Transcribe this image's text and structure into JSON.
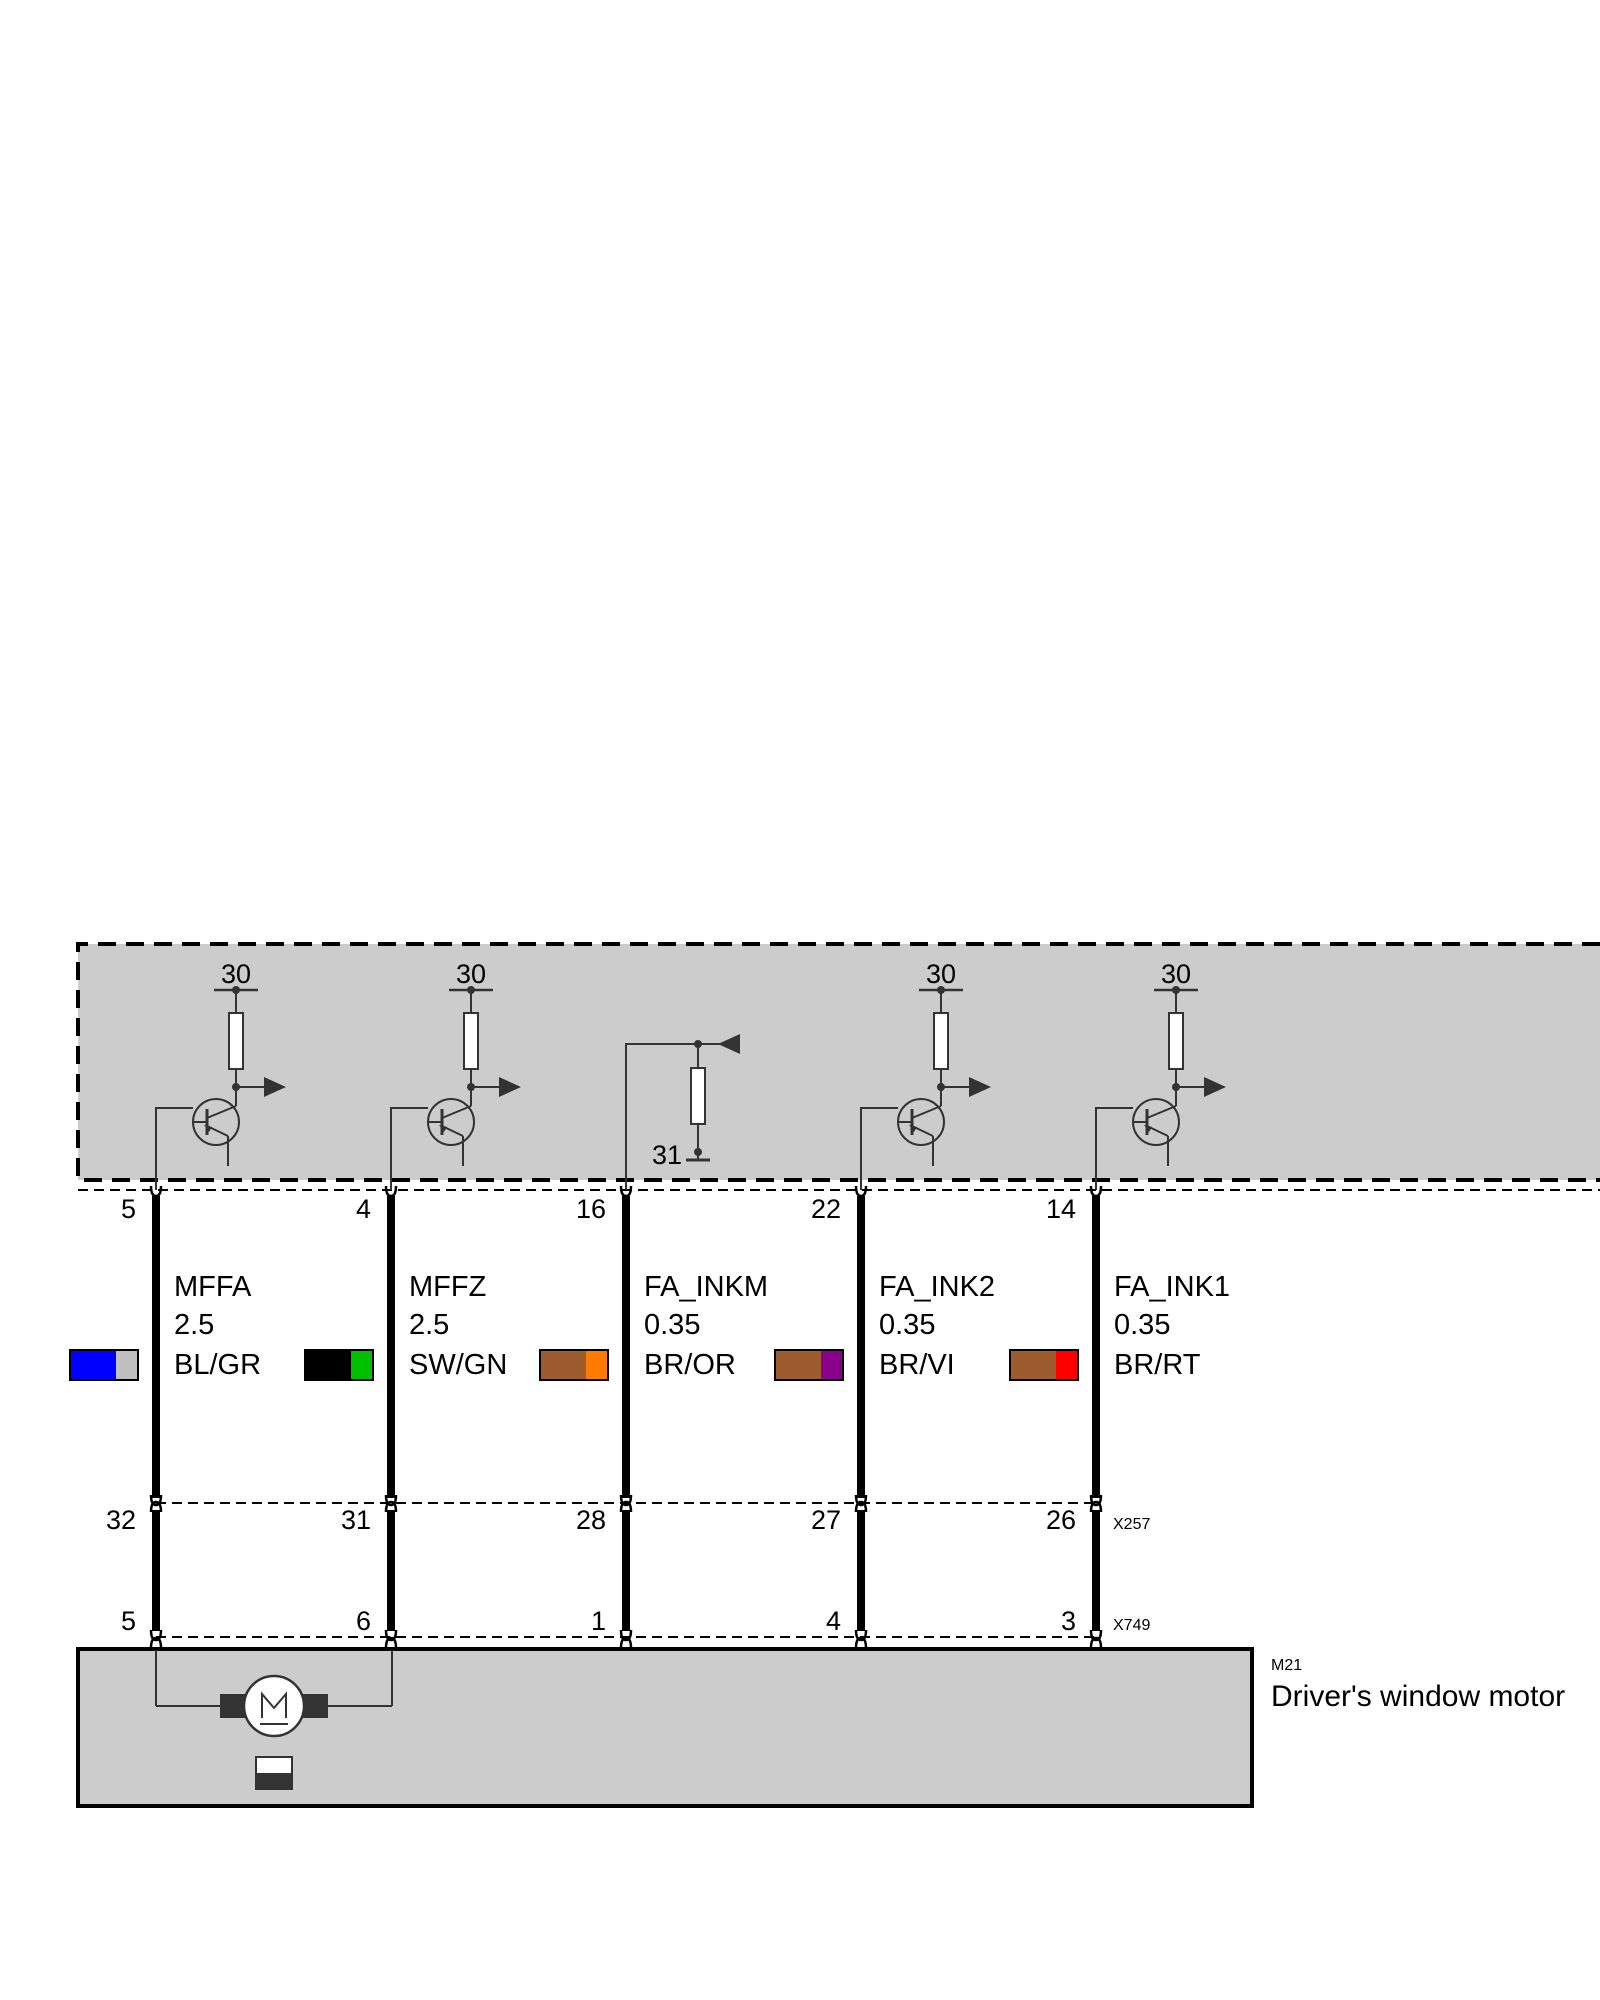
{
  "component": {
    "id": "M21",
    "name": "Driver's window motor"
  },
  "connectors": {
    "middle": "X257",
    "bottom": "X749"
  },
  "supply_label": "30",
  "ground_label": "31",
  "wires": [
    {
      "name": "MFFA",
      "gauge": "2.5",
      "colors": "BL/GR",
      "swatch": [
        "#0000ff",
        "#c0c0c0"
      ],
      "pin_top": "5",
      "pin_mid": "32",
      "pin_bot": "5",
      "driver": "transistor"
    },
    {
      "name": "MFFZ",
      "gauge": "2.5",
      "colors": "SW/GN",
      "swatch": [
        "#000000",
        "#00c000"
      ],
      "pin_top": "4",
      "pin_mid": "31",
      "pin_bot": "6",
      "driver": "transistor"
    },
    {
      "name": "FA_INKM",
      "gauge": "0.35",
      "colors": "BR/OR",
      "swatch": [
        "#9c5c2e",
        "#ff7a00"
      ],
      "pin_top": "16",
      "pin_mid": "28",
      "pin_bot": "1",
      "driver": "resistor-to-ground"
    },
    {
      "name": "FA_INK2",
      "gauge": "0.35",
      "colors": "BR/VI",
      "swatch": [
        "#9c5c2e",
        "#8a008a"
      ],
      "pin_top": "22",
      "pin_mid": "27",
      "pin_bot": "4",
      "driver": "transistor"
    },
    {
      "name": "FA_INK1",
      "gauge": "0.35",
      "colors": "BR/RT",
      "swatch": [
        "#9c5c2e",
        "#ff0000"
      ],
      "pin_top": "14",
      "pin_mid": "26",
      "pin_bot": "3",
      "driver": "transistor"
    }
  ],
  "colors": {
    "module_fill": "#cccccc",
    "line": "#000000",
    "symbol": "#333333"
  },
  "icons": {
    "motor": "motor-icon",
    "gear": "gearbox-icon",
    "transistor": "transistor-icon",
    "resistor": "resistor-icon",
    "arrow": "signal-arrow-icon",
    "ground": "ground-icon"
  }
}
